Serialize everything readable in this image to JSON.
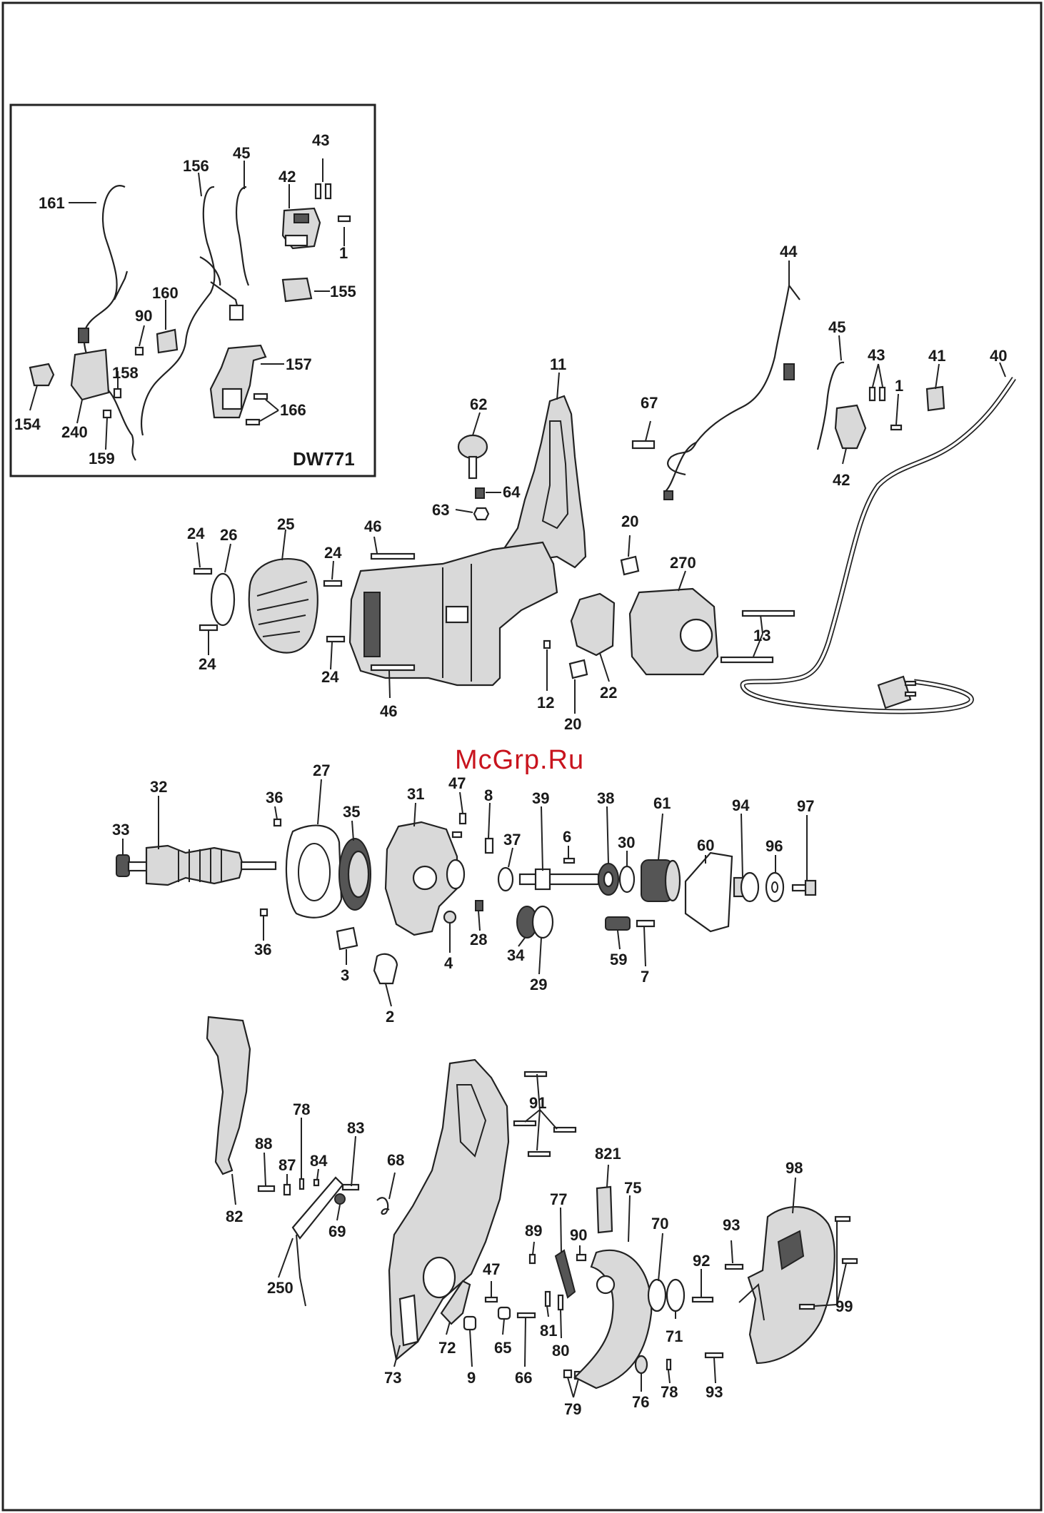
{
  "watermark": "McGrp.Ru",
  "inset": {
    "model": "DW771"
  },
  "labels": {
    "l161": "161",
    "l156": "156",
    "l45a": "45",
    "l43a": "43",
    "l42a": "42",
    "l1a": "1",
    "l160": "160",
    "l90a": "90",
    "l155": "155",
    "l158": "158",
    "l157": "157",
    "l154": "154",
    "l240": "240",
    "l166": "166",
    "l159": "159",
    "l44": "44",
    "l45b": "45",
    "l43b": "43",
    "l41": "41",
    "l40": "40",
    "l1b": "1",
    "l42b": "42",
    "l11": "11",
    "l62": "62",
    "l67": "67",
    "l64": "64",
    "l63": "63",
    "l20a": "20",
    "l270": "270",
    "l24a": "24",
    "l26": "26",
    "l25": "25",
    "l24b": "24",
    "l46a": "46",
    "l13": "13",
    "l24c": "24",
    "l24d": "24",
    "l46b": "46",
    "l12": "12",
    "l22": "22",
    "l20b": "20",
    "l32": "32",
    "l27": "27",
    "l36a": "36",
    "l35": "35",
    "l31": "31",
    "l47a": "47",
    "l8": "8",
    "l39": "39",
    "l38": "38",
    "l61": "61",
    "l94": "94",
    "l97": "97",
    "l33": "33",
    "l6": "6",
    "l37": "37",
    "l30": "30",
    "l60": "60",
    "l96": "96",
    "l36b": "36",
    "l28": "28",
    "l4": "4",
    "l34": "34",
    "l59": "59",
    "l3": "3",
    "l29": "29",
    "l7": "7",
    "l2": "2",
    "l78a": "78",
    "l83": "83",
    "l88": "88",
    "l87": "87",
    "l84": "84",
    "l91": "91",
    "l68": "68",
    "l821": "821",
    "l98": "98",
    "l82": "82",
    "l69": "69",
    "l77": "77",
    "l75": "75",
    "l89": "89",
    "l90b": "90",
    "l70": "70",
    "l93a": "93",
    "l92": "92",
    "l250": "250",
    "l47b": "47",
    "l99": "99",
    "l81": "81",
    "l71": "71",
    "l72": "72",
    "l65": "65",
    "l80": "80",
    "l73": "73",
    "l9": "9",
    "l66": "66",
    "l76": "76",
    "l78b": "78",
    "l93b": "93",
    "l79": "79"
  },
  "colors": {
    "ink": "#1a1a1a",
    "watermark": "#c8141e",
    "background": "#ffffff"
  }
}
